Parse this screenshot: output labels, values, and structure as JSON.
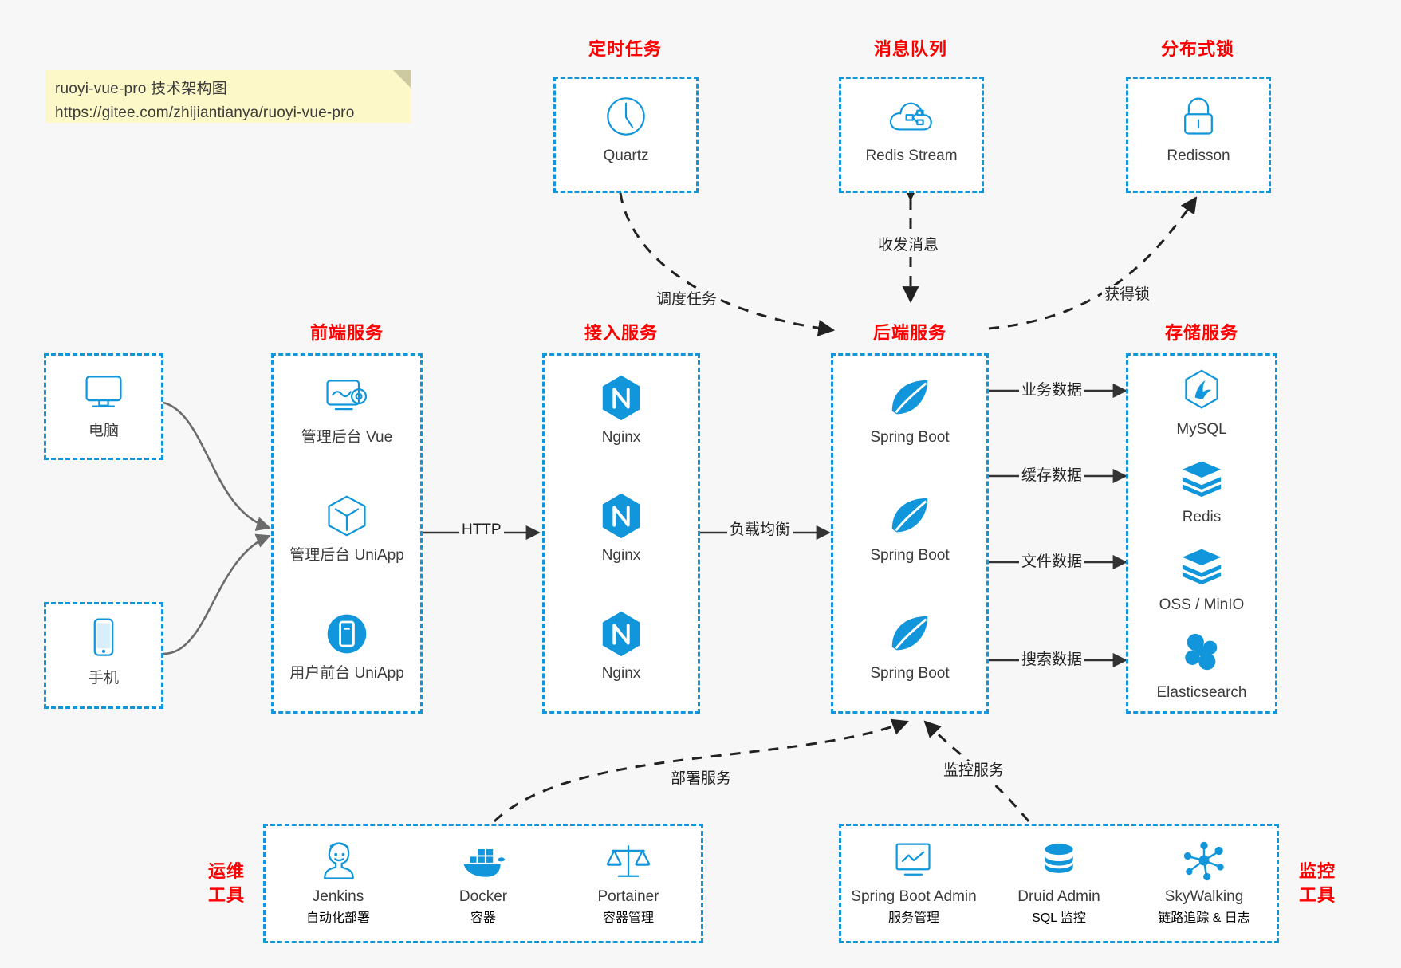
{
  "note": {
    "line1": "ruoyi-vue-pro 技术架构图",
    "line2": "https://gitee.com/zhijiantianya/ruoyi-vue-pro"
  },
  "colors": {
    "accent": "#1296db",
    "group_title": "#ff0000",
    "background": "#f7f7f7",
    "box_fill": "#ffffff",
    "text": "#3b3b3b",
    "edge": "#222222"
  },
  "groups": {
    "scheduler": {
      "title": "定时任务",
      "nodes": [
        {
          "label": "Quartz",
          "icon": "clock-icon"
        }
      ]
    },
    "mq": {
      "title": "消息队列",
      "nodes": [
        {
          "label": "Redis Stream",
          "icon": "cloud-queue-icon"
        }
      ]
    },
    "lock": {
      "title": "分布式锁",
      "nodes": [
        {
          "label": "Redisson",
          "icon": "lock-icon"
        }
      ]
    },
    "client_pc": {
      "title": "",
      "nodes": [
        {
          "label": "电脑",
          "icon": "desktop-icon"
        }
      ]
    },
    "client_phone": {
      "title": "",
      "nodes": [
        {
          "label": "手机",
          "icon": "mobile-icon"
        }
      ]
    },
    "frontend": {
      "title": "前端服务",
      "nodes": [
        {
          "label": "管理后台 Vue",
          "icon": "dashboard-icon"
        },
        {
          "label": "管理后台 UniApp",
          "icon": "cube-icon"
        },
        {
          "label": "用户前台 UniApp",
          "icon": "app-icon"
        }
      ]
    },
    "gateway": {
      "title": "接入服务",
      "nodes": [
        {
          "label": "Nginx",
          "icon": "nginx-icon"
        },
        {
          "label": "Nginx",
          "icon": "nginx-icon"
        },
        {
          "label": "Nginx",
          "icon": "nginx-icon"
        }
      ]
    },
    "backend": {
      "title": "后端服务",
      "nodes": [
        {
          "label": "Spring Boot",
          "icon": "spring-boot-icon"
        },
        {
          "label": "Spring Boot",
          "icon": "spring-boot-icon"
        },
        {
          "label": "Spring Boot",
          "icon": "spring-boot-icon"
        }
      ]
    },
    "storage": {
      "title": "存储服务",
      "nodes": [
        {
          "label": "MySQL",
          "icon": "mysql-icon"
        },
        {
          "label": "Redis",
          "icon": "redis-icon"
        },
        {
          "label": "OSS / MinIO",
          "icon": "redis-icon"
        },
        {
          "label": "Elasticsearch",
          "icon": "elasticsearch-icon"
        }
      ]
    },
    "devops": {
      "title": "运维\n工具",
      "title_line1": "运维",
      "title_line2": "工具",
      "nodes": [
        {
          "label": "Jenkins",
          "sublabel": "自动化部署",
          "icon": "jenkins-icon"
        },
        {
          "label": "Docker",
          "sublabel": "容器",
          "icon": "docker-icon"
        },
        {
          "label": "Portainer",
          "sublabel": "容器管理",
          "icon": "scales-icon"
        }
      ]
    },
    "monitor": {
      "title_line1": "监控",
      "title_line2": "工具",
      "nodes": [
        {
          "label": "Spring Boot Admin",
          "sublabel": "服务管理",
          "icon": "monitor-chart-icon"
        },
        {
          "label": "Druid Admin",
          "sublabel": "SQL 监控",
          "icon": "database-icon"
        },
        {
          "label": "SkyWalking",
          "sublabel": "链路追踪 & 日志",
          "icon": "skywalking-icon"
        }
      ]
    }
  },
  "edges": {
    "http": "HTTP",
    "load_balance": "负载均衡",
    "schedule_task": "调度任务",
    "send_receive_message": "收发消息",
    "acquire_lock": "获得锁",
    "business_data": "业务数据",
    "cache_data": "缓存数据",
    "file_data": "文件数据",
    "search_data": "搜索数据",
    "deploy_service": "部署服务",
    "monitor_service": "监控服务"
  }
}
